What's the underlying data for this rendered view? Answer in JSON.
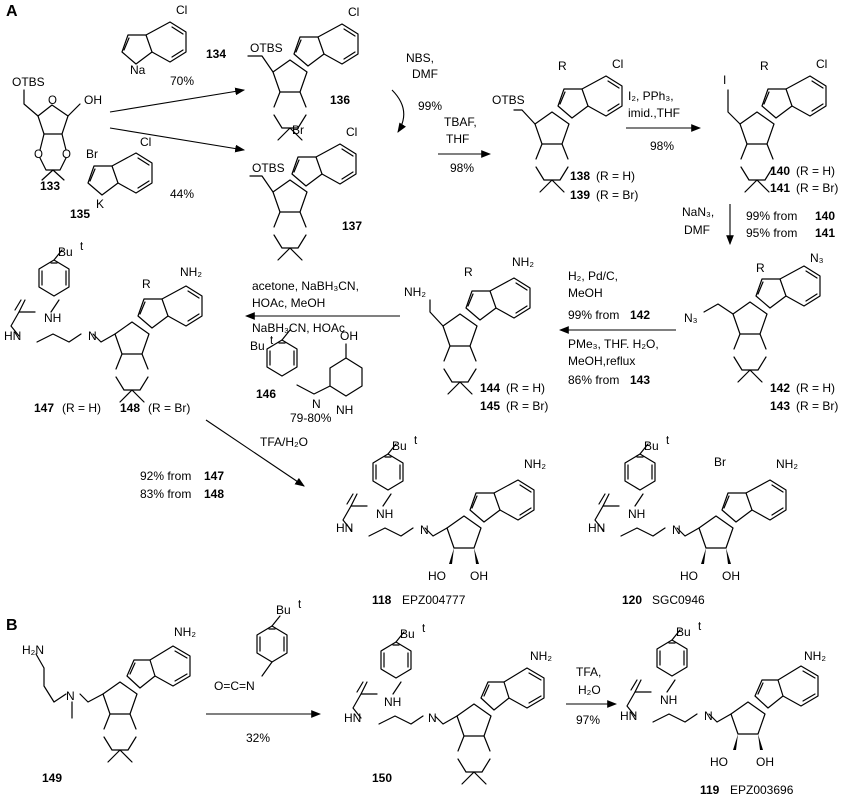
{
  "panels": {
    "a": "A",
    "b": "B"
  },
  "compounds": {
    "c133": "133",
    "c134": "134",
    "c135": "135",
    "c136": "136",
    "c137": "137",
    "c138": "138",
    "c139": "139",
    "c140": "140",
    "c141": "141",
    "c142": "142",
    "c143": "143",
    "c144": "144",
    "c145": "145",
    "c146": "146",
    "c147": "147",
    "c148": "148",
    "c118": "118",
    "c120": "120",
    "c149": "149",
    "c150": "150",
    "c119": "119"
  },
  "names": {
    "n118": "EPZ004777",
    "n120": "SGC0946",
    "n119": "EPZ003696"
  },
  "r_labels": {
    "h": "(R = H)",
    "br": "(R = Br)"
  },
  "atoms": {
    "otbs": "OTBS",
    "oh": "OH",
    "o": "O",
    "n": "N",
    "cl": "Cl",
    "br": "Br",
    "na": "Na",
    "k": "K",
    "r": "R",
    "i": "I",
    "n3": "N₃",
    "nh2": "NH₂",
    "h2n": "H₂N",
    "hn": "HN",
    "nh": "NH",
    "ho": "HO",
    "but": "Bu",
    "t": "t",
    "ocn": "O=C=N"
  },
  "conditions": {
    "y70": "70%",
    "y44": "44%",
    "nbs": "NBS,",
    "dmf": "DMF",
    "y99": "99%",
    "tbaf": "TBAF,",
    "thf": "THF",
    "y98a": "98%",
    "i2": "I₂, PPh₃,",
    "imid": "imid.,THF",
    "y98b": "98%",
    "nan3": "NaN₃,",
    "dmf2": "DMF",
    "y99from": "99% from",
    "y95from": "95% from",
    "h2pd": "H₂, Pd/C,",
    "meoh": "MeOH",
    "y99from142": "99% from",
    "pme3": "PMe₃, THF. H₂O,",
    "meohreflux": "MeOH,reflux",
    "y86from": "86% from",
    "acetone": "acetone, NaBH₃CN,",
    "hoac": "HOAc, MeOH",
    "nabh3cn": "NaBH₃CN, HOAc",
    "y7980": "79-80%",
    "tfa": "TFA/H₂O",
    "y92from": "92% from",
    "y83from": "83% from",
    "y32": "32%",
    "tfab": "TFA,",
    "h2ob": "H₂O",
    "y97": "97%"
  }
}
